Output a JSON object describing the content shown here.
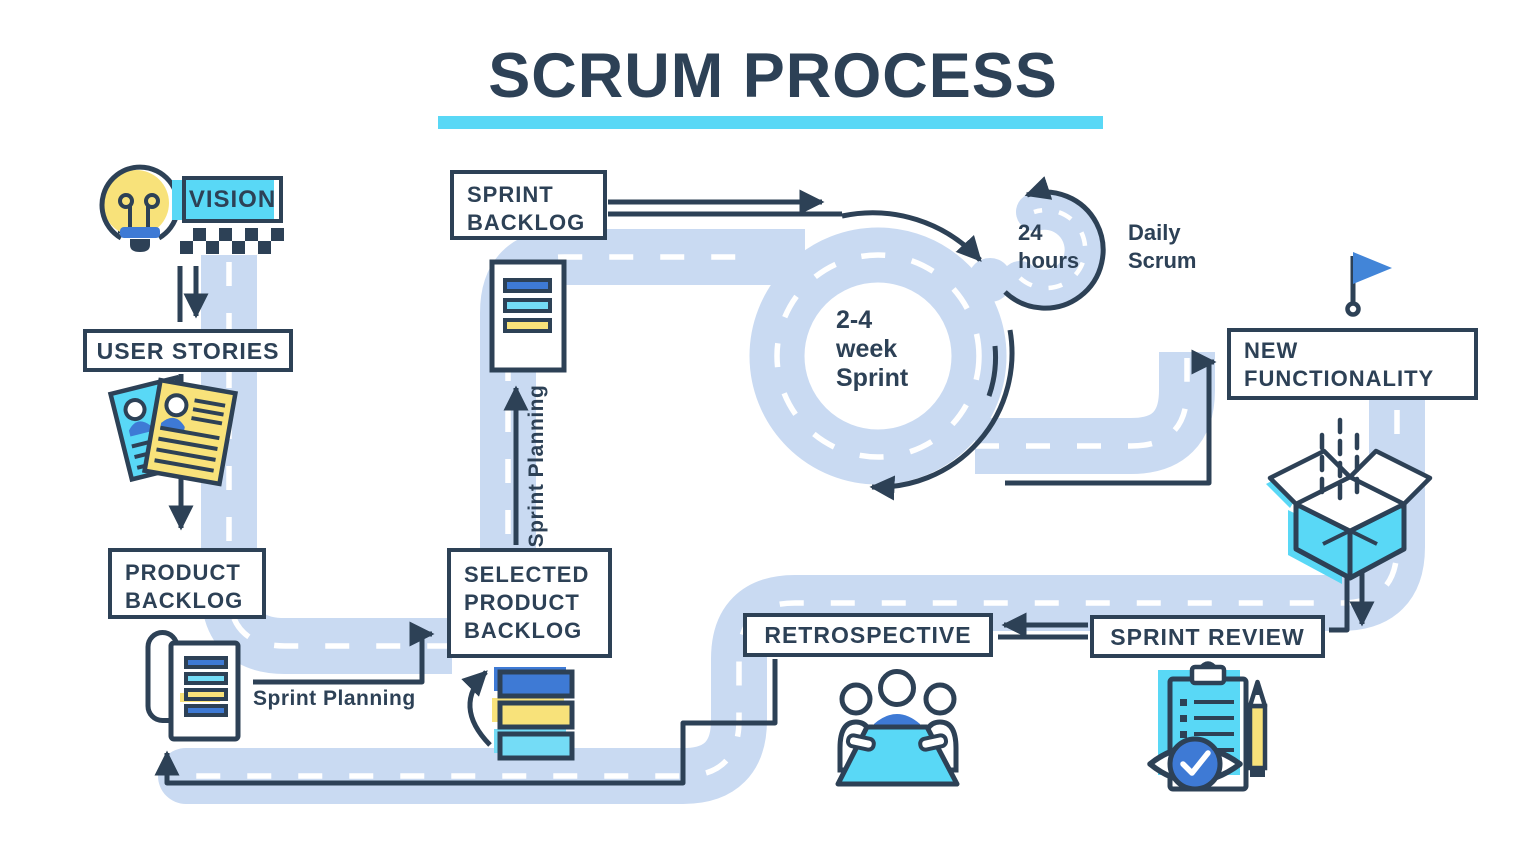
{
  "title": "SCRUM PROCESS",
  "nodes": {
    "vision": "VISION",
    "user_stories": "USER STORIES",
    "product_backlog": [
      "PRODUCT",
      "BACKLOG"
    ],
    "sprint_backlog": [
      "SPRINT",
      "BACKLOG"
    ],
    "selected_product_backlog": [
      "SELECTED",
      "PRODUCT",
      "BACKLOG"
    ],
    "new_functionality": [
      "NEW",
      "FUNCTIONALITY"
    ],
    "sprint_review": "SPRINT REVIEW",
    "retrospective": "RETROSPECTIVE"
  },
  "labels": {
    "sprint_planning_lower": "Sprint Planning",
    "sprint_planning_vertical": "Sprint Planning",
    "sprint_duration": [
      "2-4",
      "week",
      "Sprint"
    ],
    "daily_duration": [
      "24",
      "hours"
    ],
    "daily_scrum": [
      "Daily",
      "Scrum"
    ]
  },
  "icons": {
    "lightbulb-icon": "idea light bulb",
    "checkered-flag-icon": "start checkered banner",
    "user-story-cards-icon": "two user story cards",
    "product-backlog-scroll-icon": "scroll document with list",
    "sprint-backlog-document-icon": "card with three list bars",
    "prioritized-backlog-icon": "three stacked bars with cycle arrow",
    "goal-flag-icon": "blue goal flag",
    "release-box-icon": "open shipping box",
    "retrospective-meeting-icon": "three people at table",
    "sprint-review-checklist-icon": "clipboard with eye and pencil"
  },
  "colors": {
    "navy": "#2d4156",
    "road": "#c9daf2",
    "cyan": "#59d8f6",
    "blue": "#3e7ad5",
    "yellow": "#f8e27a",
    "light_cyan": "#74dcf6",
    "flag_blue": "#4285d8",
    "dash": "#ffffff"
  }
}
